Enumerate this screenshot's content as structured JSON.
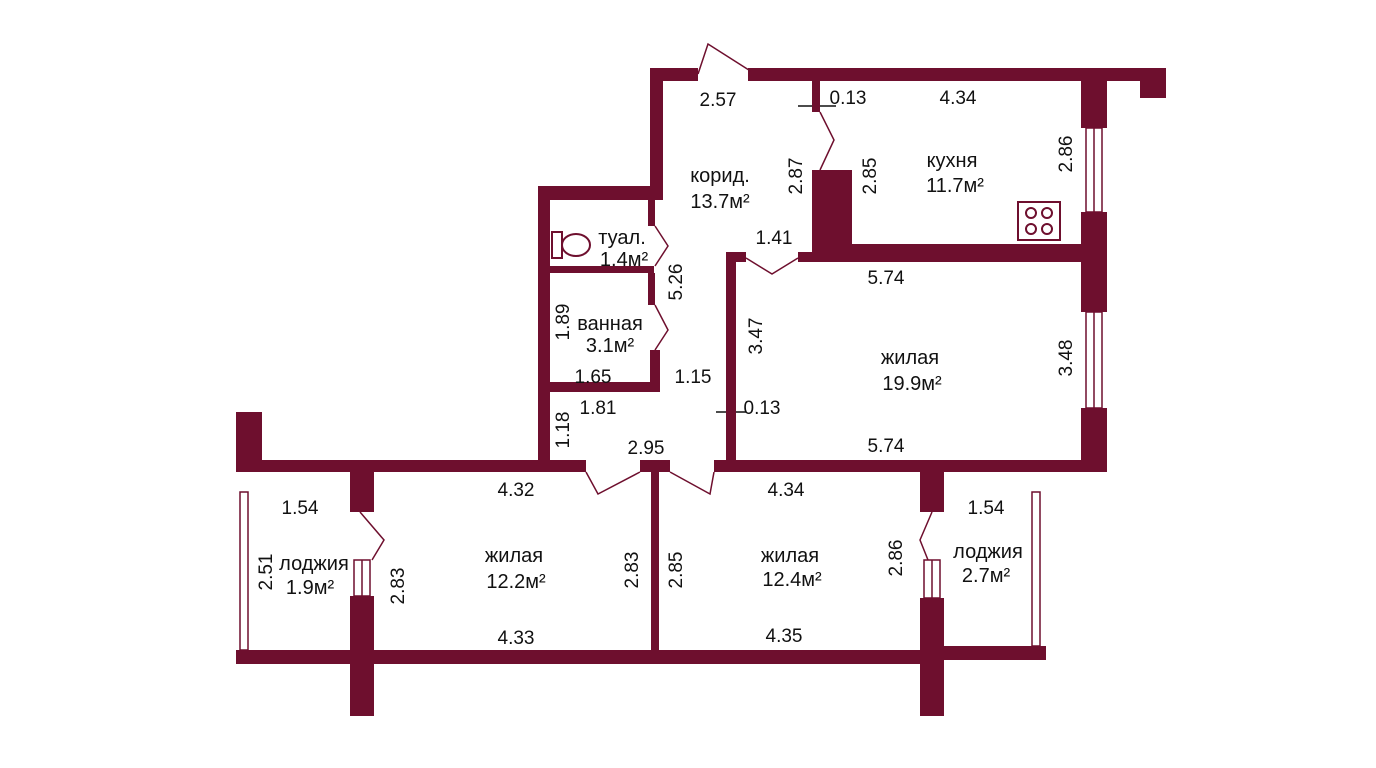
{
  "colors": {
    "wall": "#6e0f2e",
    "background": "#ffffff",
    "text": "#111111"
  },
  "rooms": {
    "corridor": {
      "name": "корид.",
      "area": "13.7м²"
    },
    "kitchen": {
      "name": "кухня",
      "area": "11.7м²"
    },
    "toilet": {
      "name": "туал.",
      "area": "1.4м²"
    },
    "bathroom": {
      "name": "ванная",
      "area": "3.1м²"
    },
    "living_big": {
      "name": "жилая",
      "area": "19.9м²"
    },
    "living_left": {
      "name": "жилая",
      "area": "12.2м²"
    },
    "living_right": {
      "name": "жилая",
      "area": "12.4м²"
    },
    "loggia_left": {
      "name": "лоджия",
      "area": "1.9м²"
    },
    "loggia_right": {
      "name": "лоджия",
      "area": "2.7м²"
    }
  },
  "dimensions": {
    "corridor_top": "2.57",
    "wall_thickness_top": "0.13",
    "kitchen_top": "4.34",
    "kitchen_right": "2.86",
    "kitchen_left": "2.85",
    "corridor_inner": "2.87",
    "corridor_door": "1.41",
    "corridor_length": "5.26",
    "living_big_top": "5.74",
    "living_big_left": "3.47",
    "living_big_right": "3.48",
    "living_big_bottom": "5.74",
    "wall_thickness_mid": "0.13",
    "bath_height": "1.89",
    "bath_width": "1.65",
    "hall_width": "1.15",
    "hall_left": "1.81",
    "hall_height": "1.18",
    "hall_bottom": "2.95",
    "living_left_top": "4.32",
    "living_left_right": "2.83",
    "living_left_left": "2.83",
    "living_left_bottom": "4.33",
    "living_right_top": "4.34",
    "living_right_left": "2.85",
    "living_right_right": "2.86",
    "living_right_bottom": "4.35",
    "loggia_left_width": "1.54",
    "loggia_left_height": "2.51",
    "loggia_right_width": "1.54"
  },
  "icons": {
    "stove": "stove-icon",
    "toilet": "toilet-icon"
  }
}
